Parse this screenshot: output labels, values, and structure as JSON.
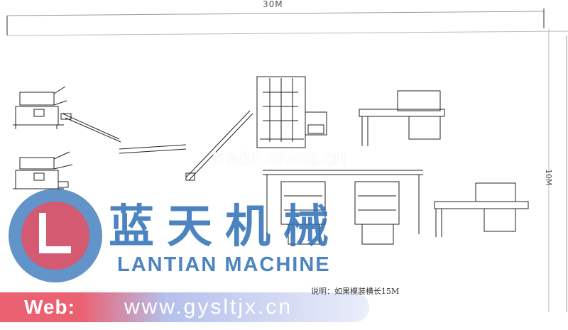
{
  "dimensions": {
    "length": "30M",
    "width": "10M"
  },
  "note": "说明：如果模装横长15M",
  "watermark": "trade.china.cn",
  "brand": {
    "chinese": "蓝天机械",
    "english": "LANTIAN MACHINE",
    "web_label": "Web:",
    "web_url": "www.gysltjx.cn",
    "colors": {
      "blue": "#2d6fb7",
      "red": "#e85062"
    }
  },
  "machines": [
    {
      "name": "mixer-upper",
      "icon": "mixer-drawing"
    },
    {
      "name": "mixer-lower",
      "icon": "mixer-drawing"
    },
    {
      "name": "block-press-top",
      "icon": "press-drawing"
    },
    {
      "name": "block-press-left",
      "icon": "press-drawing"
    },
    {
      "name": "block-press-right",
      "icon": "press-drawing"
    },
    {
      "name": "packing-machine-top",
      "icon": "packer-drawing"
    },
    {
      "name": "packing-machine-right",
      "icon": "packer-drawing"
    }
  ]
}
